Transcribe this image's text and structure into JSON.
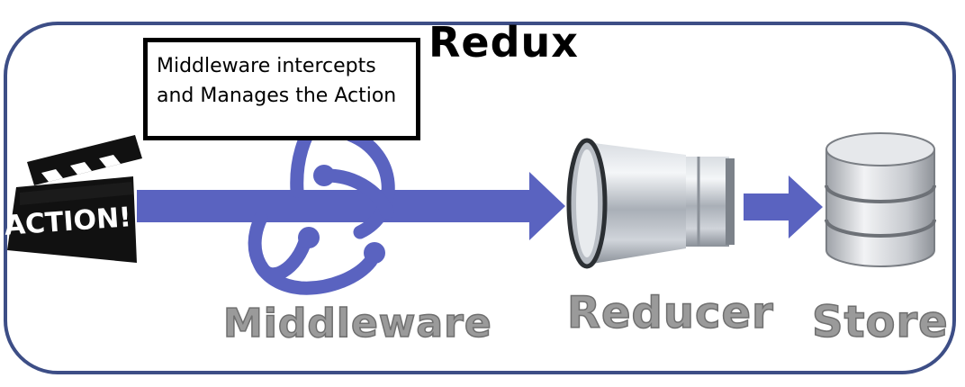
{
  "title": "Redux",
  "note": {
    "text": "Middleware  intercepts and Manages the Action"
  },
  "action_clapboard": {
    "text": "ACTION!"
  },
  "labels": {
    "middleware": "Middleware",
    "reducer": "Reducer",
    "store": "Store"
  },
  "colors": {
    "frame": "#3d4e86",
    "arrow": "#5a63c0",
    "redux_logo": "#5a63c0",
    "label": "#9a9a9a"
  },
  "icons": [
    "clapperboard-icon",
    "redux-logo-icon",
    "reducer-pipe-icon",
    "database-icon"
  ]
}
